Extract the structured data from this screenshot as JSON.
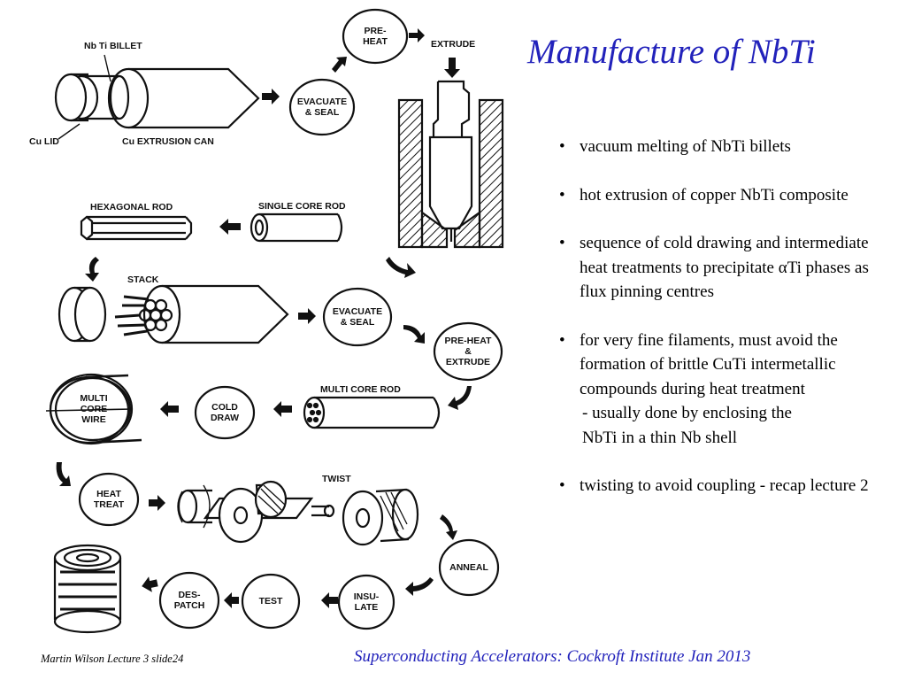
{
  "slide": {
    "title": "Manufacture of NbTi",
    "bullets": [
      {
        "text": "vacuum melting of NbTi billets"
      },
      {
        "text": "hot extrusion of copper NbTi composite"
      },
      {
        "text": "sequence of cold drawing and intermediate heat treatments to precipitate αTi phases as flux pinning centres"
      },
      {
        "text": "for very fine filaments, must avoid the formation of brittle CuTi intermetallic compounds during heat treatment",
        "note": "- usually done by enclosing the\n  NbTi in a thin Nb shell"
      },
      {
        "text": "twisting to avoid coupling - recap lecture 2"
      }
    ],
    "footer_left": "Martin Wilson Lecture 3 slide24",
    "footer_right": "Superconducting Accelerators:  Cockroft Institute Jan 2013"
  },
  "diagram": {
    "labels": {
      "nbti_billet": "Nb Ti BILLET",
      "cu_lid": "Cu LID",
      "cu_extrusion_can": "Cu EXTRUSION CAN",
      "extrude": "EXTRUDE",
      "hexagonal_rod": "HEXAGONAL ROD",
      "single_core_rod": "SINGLE CORE ROD",
      "stack": "STACK",
      "multi_core_rod": "MULTI CORE ROD",
      "multi_core_wire": "MULTI\nCORE\nWIRE",
      "twist": "TWIST"
    },
    "steps": {
      "preheat": "PRE-\nHEAT",
      "evacuate_seal_1": "EVACUATE\n& SEAL",
      "evacuate_seal_2": "EVACUATE\n& SEAL",
      "preheat_extrude": "PRE-HEAT\n&\nEXTRUDE",
      "cold_draw": "COLD\nDRAW",
      "heat_treat": "HEAT\nTREAT",
      "anneal": "ANNEAL",
      "insulate": "INSU-\nLATE",
      "test": "TEST",
      "despatch": "DES-\nPATCH"
    }
  }
}
